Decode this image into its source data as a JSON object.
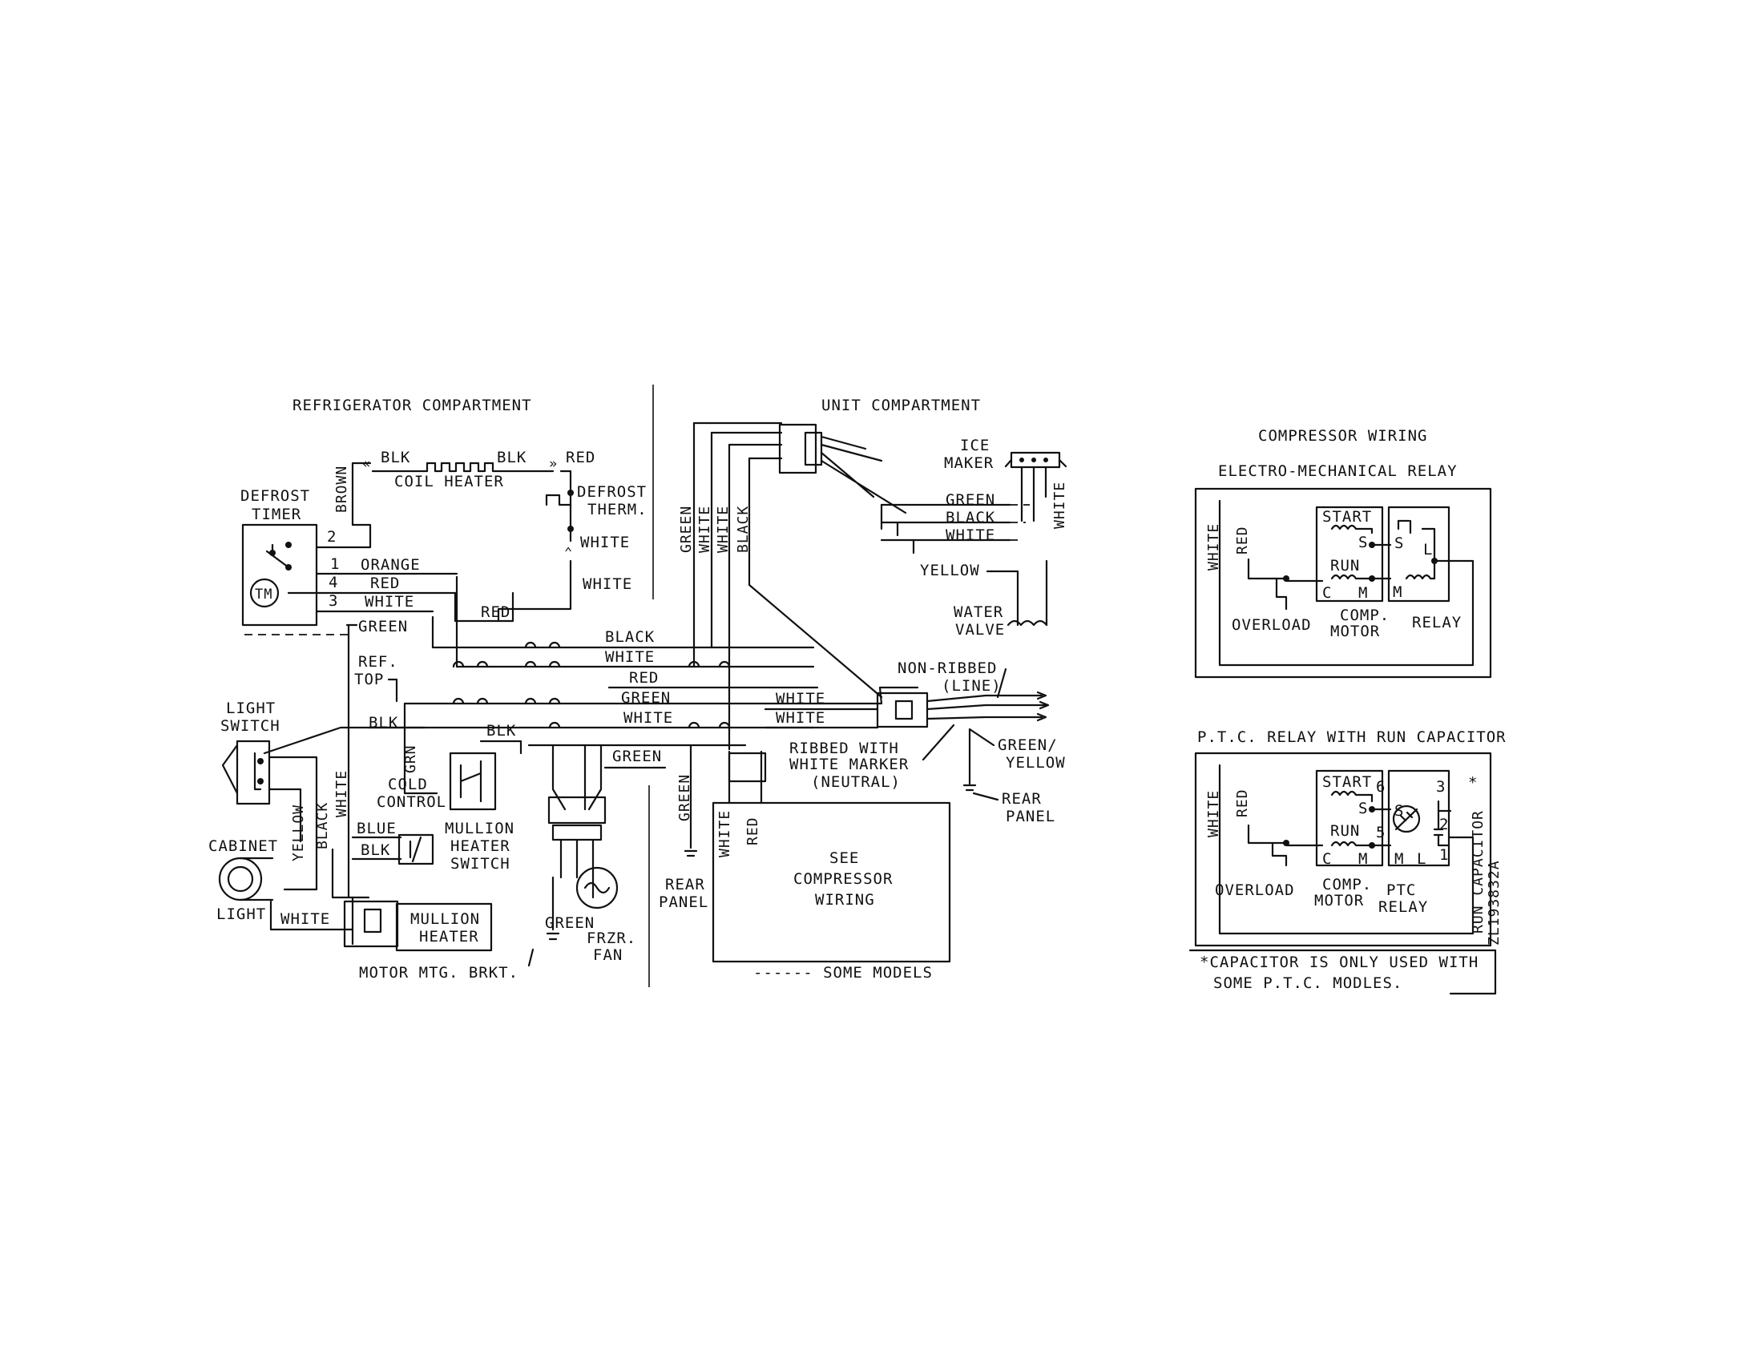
{
  "sections": {
    "refrigerator_compartment": "REFRIGERATOR COMPARTMENT",
    "unit_compartment": "UNIT COMPARTMENT",
    "compressor_wiring": "COMPRESSOR WIRING",
    "electro_mechanical_relay": "ELECTRO-MECHANICAL RELAY",
    "ptc_relay": "P.T.C. RELAY WITH RUN CAPACITOR"
  },
  "components": {
    "defrost_timer": [
      "DEFROST",
      "TIMER"
    ],
    "timer_motor": "TM",
    "coil_heater": "COIL HEATER",
    "defrost_therm": [
      "DEFROST",
      "THERM."
    ],
    "light_switch": [
      "LIGHT",
      "SWITCH"
    ],
    "cabinet_light": [
      "CABINET",
      "LIGHT"
    ],
    "ref_top": [
      "REF.",
      "TOP"
    ],
    "cold_control": [
      "COLD",
      "CONTROL"
    ],
    "mullion_heater_switch": [
      "MULLION",
      "HEATER",
      "SWITCH"
    ],
    "mullion_heater": [
      "MULLION",
      "HEATER"
    ],
    "motor_mtg_brkt": "MOTOR MTG. BRKT.",
    "frzr_fan": [
      "FRZR.",
      "FAN"
    ],
    "rear_panel_left": [
      "REAR",
      "PANEL"
    ],
    "rear_panel_right": [
      "REAR",
      "PANEL"
    ],
    "see_compressor_wiring": [
      "SEE",
      "COMPRESSOR",
      "WIRING"
    ],
    "ice_maker": [
      "ICE",
      "MAKER"
    ],
    "water_valve": [
      "WATER",
      "VALVE"
    ],
    "non_ribbed": [
      "NON-RIBBED",
      "(LINE)"
    ],
    "ribbed": [
      "RIBBED WITH",
      "WHITE MARKER",
      "(NEUTRAL)"
    ],
    "green_yellow": [
      "GREEN/",
      "YELLOW"
    ],
    "some_models": "------ SOME MODELS"
  },
  "timer_terminals": [
    "2",
    "1",
    "4",
    "3"
  ],
  "wire_labels": {
    "blk": "BLK",
    "red": "RED",
    "brown": "BROWN",
    "orange": "ORANGE",
    "white": "WHITE",
    "green": "GREEN",
    "black": "BLACK",
    "yellow": "YELLOW",
    "blue": "BLUE",
    "grn": "GRN"
  },
  "em_relay": {
    "start": "START",
    "run": "RUN",
    "s": "S",
    "c": "C",
    "m": "M",
    "l": "L",
    "overload": "OVERLOAD",
    "comp_motor": [
      "COMP.",
      "MOTOR"
    ],
    "relay": "RELAY",
    "white": "WHITE",
    "red": "RED"
  },
  "ptc_relay": {
    "start": "START",
    "run": "RUN",
    "s": "S",
    "c": "C",
    "m": "M",
    "l": "L",
    "terminals": [
      "6",
      "3",
      "2",
      "5",
      "1"
    ],
    "overload": "OVERLOAD",
    "comp_motor": [
      "COMP.",
      "MOTOR"
    ],
    "ptc_relay_label": [
      "PTC",
      "RELAY"
    ],
    "run_capacitor": "RUN CAPACITOR",
    "asterisk": "*",
    "white": "WHITE",
    "red": "RED"
  },
  "footnote": [
    "*CAPACITOR IS ONLY USED WITH",
    "SOME P.T.C. MODLES."
  ],
  "part_number": "ZL193832A"
}
